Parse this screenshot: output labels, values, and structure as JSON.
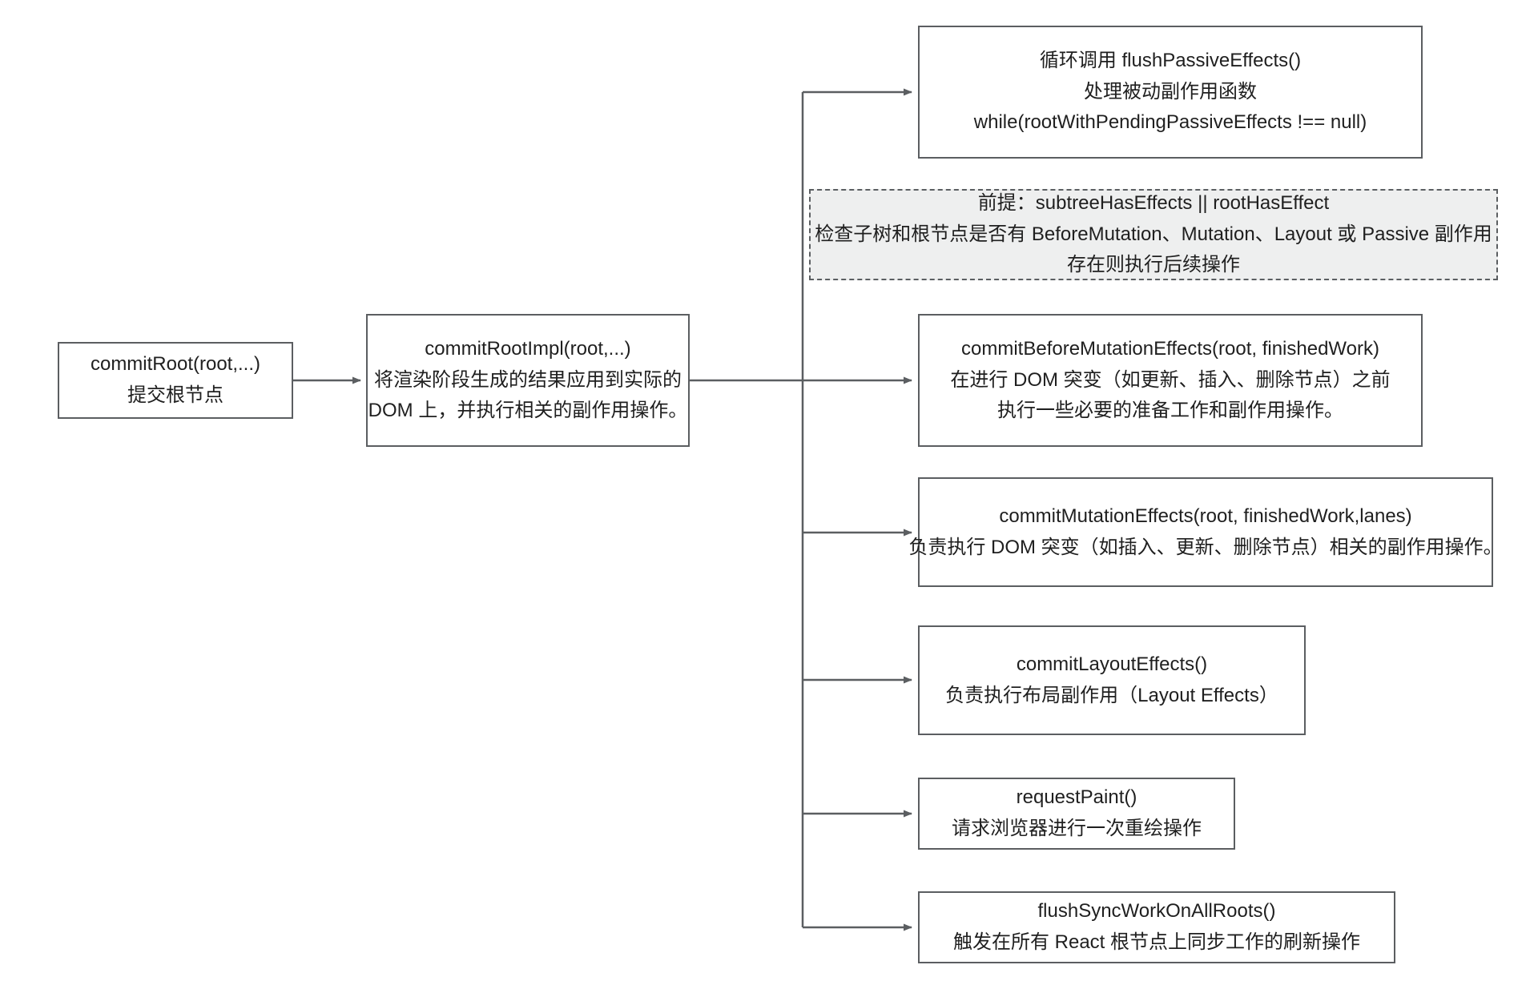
{
  "diagram": {
    "title": "React commitRoot flow",
    "colors": {
      "stroke": "#5b5e61",
      "text": "#1f1f1f",
      "node_fill": "#ffffff",
      "dashed_fill": "#eeefef",
      "background": "#ffffff"
    },
    "nodes": [
      {
        "id": "commit-root",
        "lines": [
          "commitRoot(root,...)",
          "提交根节点"
        ]
      },
      {
        "id": "commit-root-impl",
        "lines": [
          "commitRootImpl(root,...)",
          "将渲染阶段生成的结果应用到实际的",
          "DOM 上，并执行相关的副作用操作。"
        ]
      },
      {
        "id": "flush-passive-effects",
        "lines": [
          "循环调用 flushPassiveEffects()",
          "处理被动副作用函数",
          "while(rootWithPendingPassiveEffects !== null)"
        ]
      },
      {
        "id": "precondition",
        "lines": [
          "前提：subtreeHasEffects || rootHasEffect",
          "检查子树和根节点是否有 BeforeMutation、Mutation、Layout 或 Passive 副作用",
          "存在则执行后续操作"
        ]
      },
      {
        "id": "commit-before-mutation-effects",
        "lines": [
          "commitBeforeMutationEffects(root, finishedWork)",
          "在进行 DOM 突变（如更新、插入、删除节点）之前执行一些必要的准备工作和副作用操作。"
        ]
      },
      {
        "id": "commit-mutation-effects",
        "lines": [
          "commitMutationEffects(root, finishedWork,lanes)",
          "负责执行 DOM 突变（如插入、更新、删除节点）相关的副作用操作。"
        ]
      },
      {
        "id": "commit-layout-effects",
        "lines": [
          "commitLayoutEffects()",
          "负责执行布局副作用（Layout Effects）"
        ]
      },
      {
        "id": "request-paint",
        "lines": [
          "requestPaint()",
          "请求浏览器进行一次重绘操作"
        ]
      },
      {
        "id": "flush-sync-work-on-all-roots",
        "lines": [
          "flushSyncWorkOnAllRoots()",
          "触发在所有 React 根节点上同步工作的刷新操作"
        ]
      }
    ]
  }
}
